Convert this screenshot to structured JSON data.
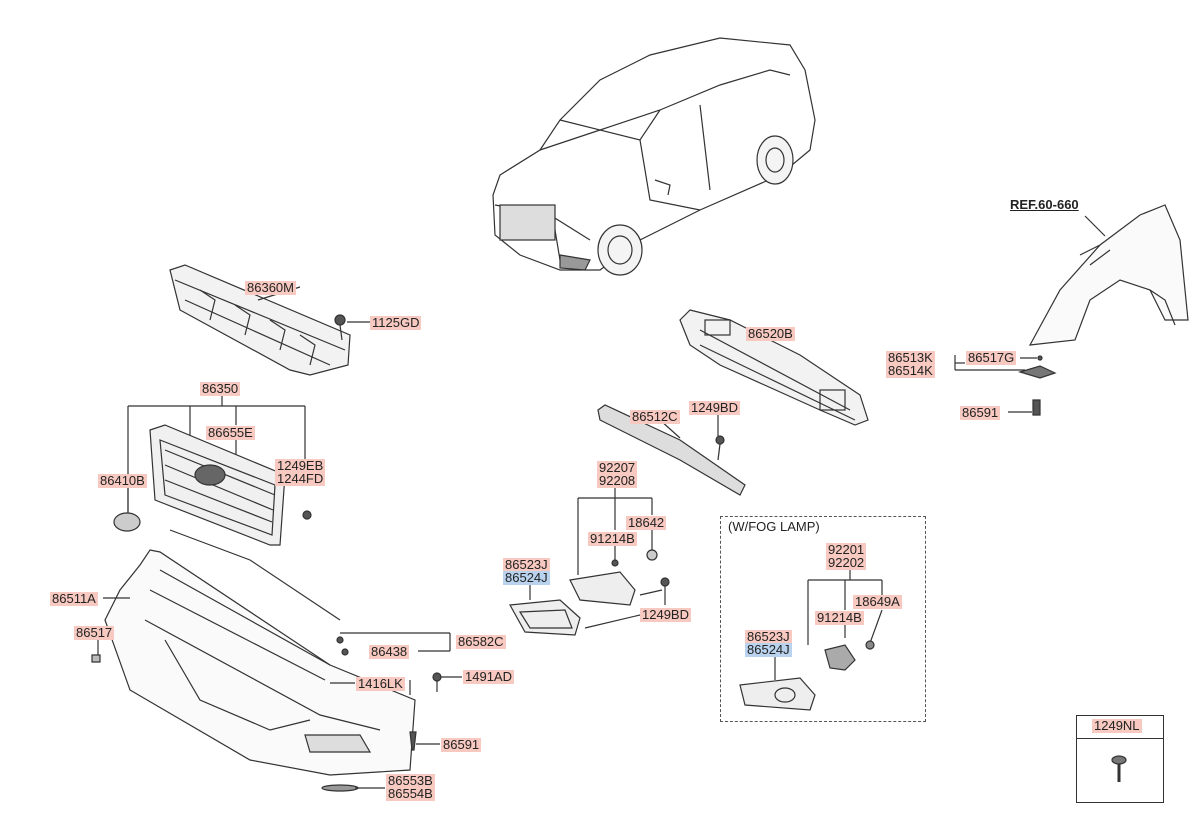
{
  "labels": {
    "l86360M": "86360M",
    "l1125GD": "1125GD",
    "l86350": "86350",
    "l86655E": "86655E",
    "l86410B": "86410B",
    "l1249EB": "1249EB",
    "l1244FD": "1244FD",
    "l86511A": "86511A",
    "l86517": "86517",
    "l86438": "86438",
    "l86582C": "86582C",
    "l1416LK": "1416LK",
    "l1491AD": "1491AD",
    "l86591a": "86591",
    "l86553B": "86553B",
    "l86554B": "86554B",
    "l86520B": "86520B",
    "l86512C": "86512C",
    "l1249BDa": "1249BD",
    "l92207": "92207",
    "l92208": "92208",
    "l91214Ba": "91214B",
    "l18642": "18642",
    "l86523Ja": "86523J",
    "l86524Ja": "86524J",
    "l1249BDb": "1249BD",
    "fog_title": "(W/FOG LAMP)",
    "l92201": "92201",
    "l92202": "92202",
    "l91214Bb": "91214B",
    "l18649A": "18649A",
    "l86523Jb": "86523J",
    "l86524Jb": "86524J",
    "ref": "REF.60-660",
    "l86513K": "86513K",
    "l86514K": "86514K",
    "l86517G": "86517G",
    "l86591b": "86591",
    "l1249NL": "1249NL"
  },
  "colors": {
    "highlight_red": "#f7c9c0",
    "highlight_blue": "#b9d3ee",
    "line": "#333333"
  }
}
